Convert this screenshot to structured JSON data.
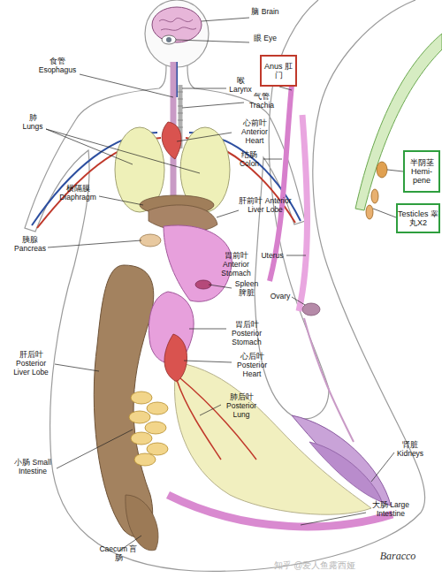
{
  "diagram": {
    "nodes": [
      {
        "text": [
          "Anus 肛门"
        ]
      },
      {
        "text": [
          "半阴茎 Hemi-pene"
        ]
      },
      {
        "text": [
          "Testicles 睾丸X2"
        ]
      }
    ],
    "edges": [],
    "labels": [
      "脑 Brain",
      "眼 Eye",
      "食管 Esophagus",
      "喉 Larynx",
      "气管 Trachia",
      "肺 Lungs",
      "心前叶 Anterior Heart",
      "结肠 Colon",
      "横隔膜 Diaphragm",
      "肝前叶 Anterior Liver Lobe",
      "胰腺 Pancreas",
      "胃前叶 Anterior Stomach",
      "Uterus",
      "Spleen 脾脏",
      "Ovary",
      "胃后叶 Posterior Stomach",
      "肝后叶 Posterior Liver Lobe",
      "心后叶 Posterior Heart",
      "肺后叶 Posterior Lung",
      "小肠 Small Intestine",
      "肾脏 Kidneys",
      "大肠 Large Intestine",
      "Caecum 盲肠",
      "Baracco",
      "知乎 @爱人鱼露西娅"
    ]
  }
}
